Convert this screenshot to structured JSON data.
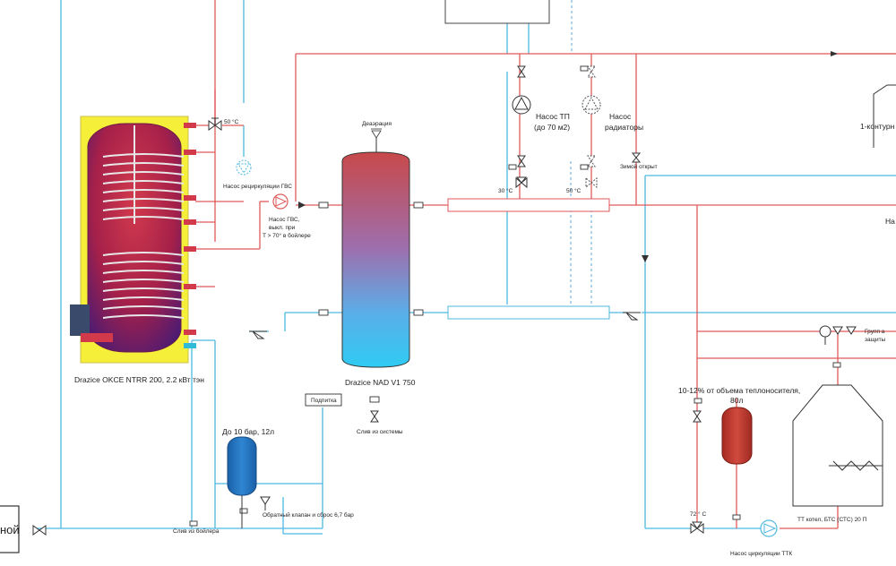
{
  "colors": {
    "hot_line": "#e05a5a",
    "cold_line": "#4fb8e0",
    "dashed_line": "#5fa8d8",
    "boiler_shell": "#f5ef3a",
    "expansion_red": "#c0392b",
    "expansion_blue": "#1f6fb8"
  },
  "labels": {
    "temp_50": "50 °C",
    "dhw_recirc_pump": "Насос рециркуляции ГВС",
    "dhw_pump_line1": "Насос ГВС,",
    "dhw_pump_line2": "выкл. при",
    "dhw_pump_line3": "T > 70° в бойлере",
    "deaeration": "Деаэрация",
    "floor_pump_line1": "Насос ТП",
    "floor_pump_line2": "(до 70 м2)",
    "rad_pump_line1": "Насос",
    "rad_pump_line2": "радиаторы",
    "temp_30": "30 °C",
    "temp_50b": "50 °C",
    "winter_open": "Зимой открыт",
    "single_circuit": "1-контурн",
    "na": "На",
    "boiler_name": "Drazice OKCE NTRR 200, 2.2 кВт тэн",
    "tank_name": "Drazice NAD V1 750",
    "makeup": "Подпитка",
    "system_drain": "Слив из системы",
    "exp_small": "До 10 бар, 12л",
    "check_valve": "Обратный клапан и сброс 6,7 бар",
    "boiler_drain": "Слив из бойлера",
    "exp_big_line1": "10-12% от объема теплоносителя,",
    "exp_big_line2": "80л",
    "safety_group_line1": "Групп а",
    "safety_group_line2": "защиты",
    "temp_72": "72 ° C",
    "solid_fuel_boiler": "ТТ котел, БТС (СТС) 20 П",
    "ttk_pump": "Насос циркуляции ТТК",
    "left_box": "ной"
  },
  "icons": {
    "pump": "pump-icon",
    "valve": "ball-valve-icon",
    "strainer": "strainer-icon",
    "air_vent": "air-vent-icon",
    "union": "union-fitting-icon",
    "check": "check-valve-icon",
    "gauge": "pressure-gauge-icon"
  }
}
